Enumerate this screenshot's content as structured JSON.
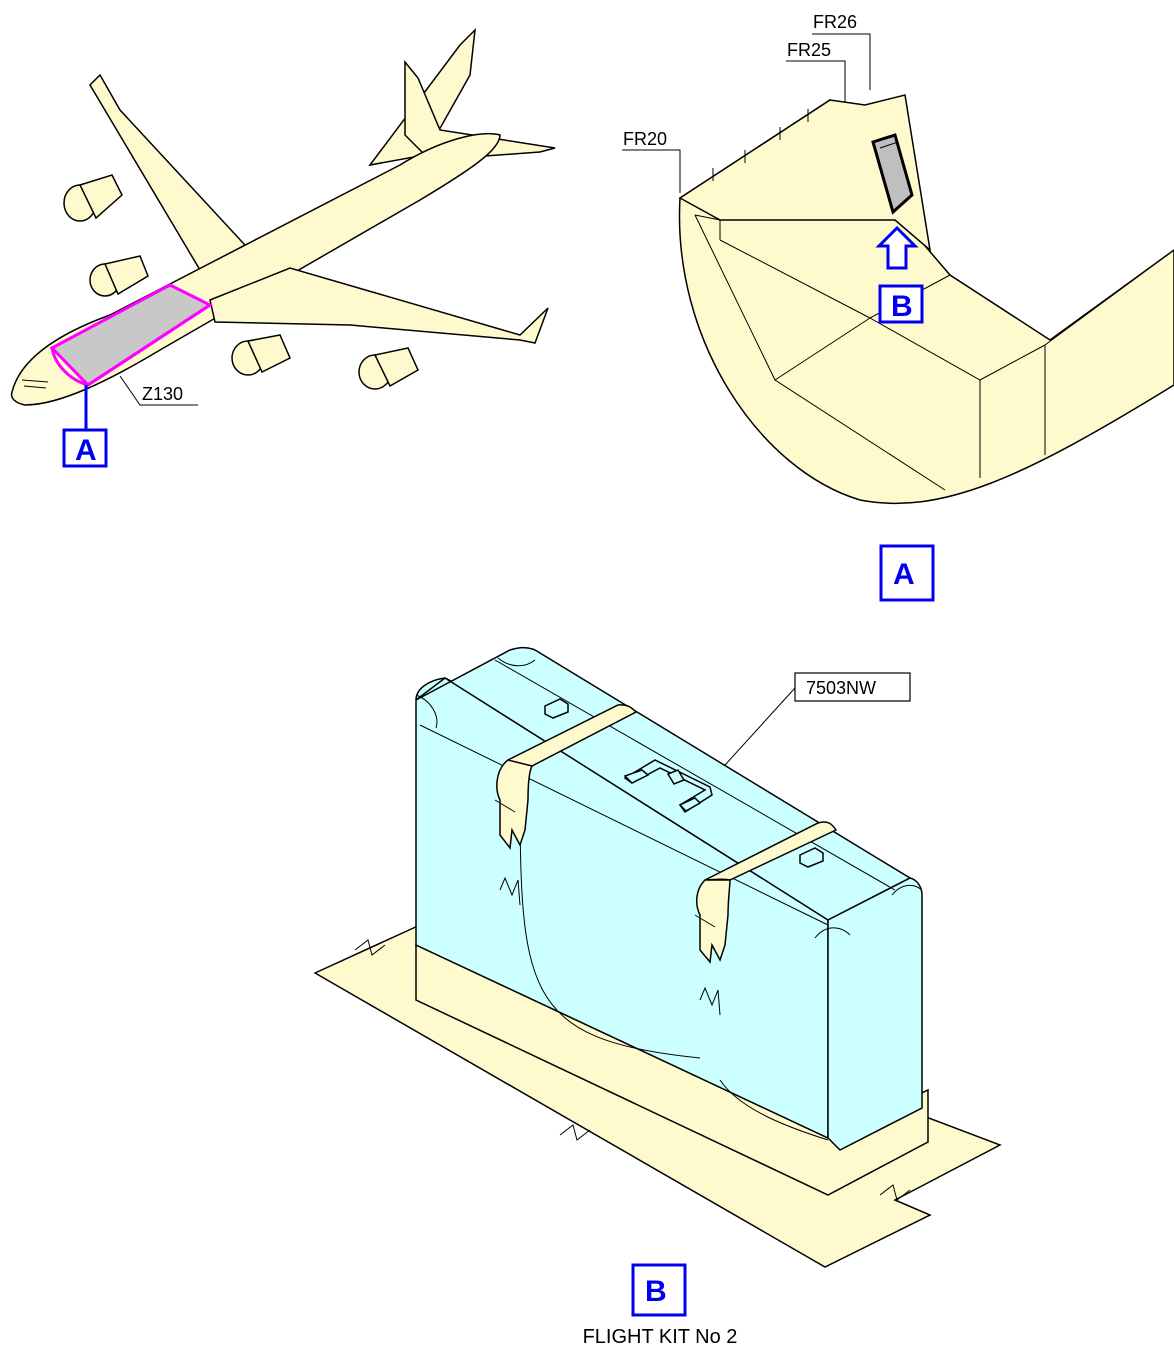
{
  "labels": {
    "zone": "Z130",
    "view_a_ref": "A",
    "view_a_title": "A",
    "view_b_ref": "B",
    "view_b_title": "B",
    "fr20": "FR20",
    "fr25": "FR25",
    "fr26": "FR26",
    "part_number": "7503NW",
    "caption": "FLIGHT KIT No 2"
  },
  "colors": {
    "airframe": "#fffacd",
    "case": "#ccffff",
    "zone_highlight": "#ff00ff",
    "zone_fill": "#c8c8c8",
    "callout": "#0000ee"
  }
}
